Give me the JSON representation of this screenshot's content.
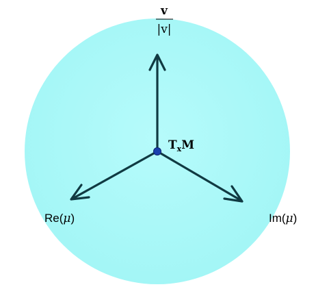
{
  "colors": {
    "sphere_fill": "#a6f7f7",
    "sphere_center": "#b4fbfb",
    "arrow": "#103a42",
    "point": "#1a3fae"
  },
  "labels": {
    "top_numerator": "v",
    "top_denominator": "|v|",
    "point": "T",
    "point_sub": "x",
    "point_tail": "M",
    "left_prefix": "Re(",
    "left_mu": "μ",
    "left_suffix": ")",
    "right_prefix": "Im(",
    "right_mu": "μ",
    "right_suffix": ")"
  }
}
